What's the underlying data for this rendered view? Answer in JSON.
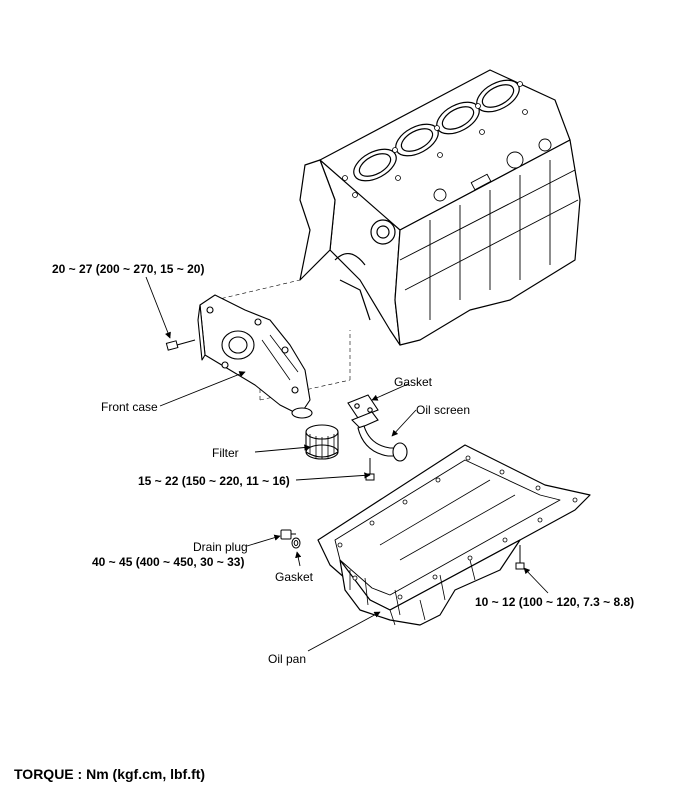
{
  "labels": {
    "torque_front_case": "20 ~ 27 (200 ~ 270, 15 ~ 20)",
    "front_case": "Front case",
    "gasket_top": "Gasket",
    "oil_screen": "Oil screen",
    "filter": "Filter",
    "torque_oil_screen": "15 ~ 22 (150 ~ 220, 11 ~ 16)",
    "drain_plug": "Drain plug",
    "torque_drain_plug": "40 ~ 45 (400 ~ 450, 30 ~ 33)",
    "gasket_drain": "Gasket",
    "torque_oil_pan": "10 ~ 12 (100 ~ 120, 7.3 ~ 8.8)",
    "oil_pan": "Oil pan"
  },
  "footer": "TORQUE : Nm (kgf.cm, lbf.ft)"
}
